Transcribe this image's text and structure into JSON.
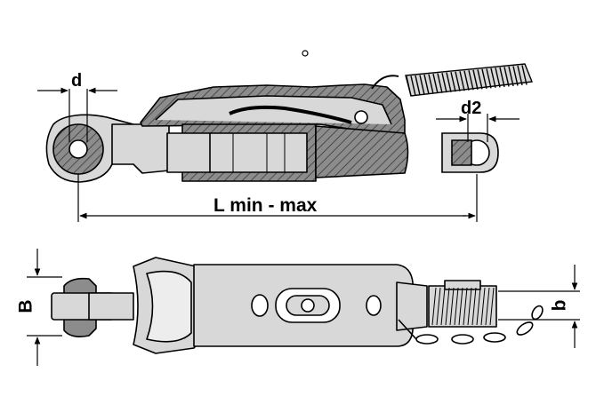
{
  "labels": {
    "d": "d",
    "d2": "d2",
    "length": "L min - max",
    "width": "B",
    "height": "b"
  },
  "colors": {
    "line": "#000000",
    "body_fill": "#d8d8d8",
    "hatch_fill": "#8c8c8c",
    "background": "#ffffff"
  }
}
